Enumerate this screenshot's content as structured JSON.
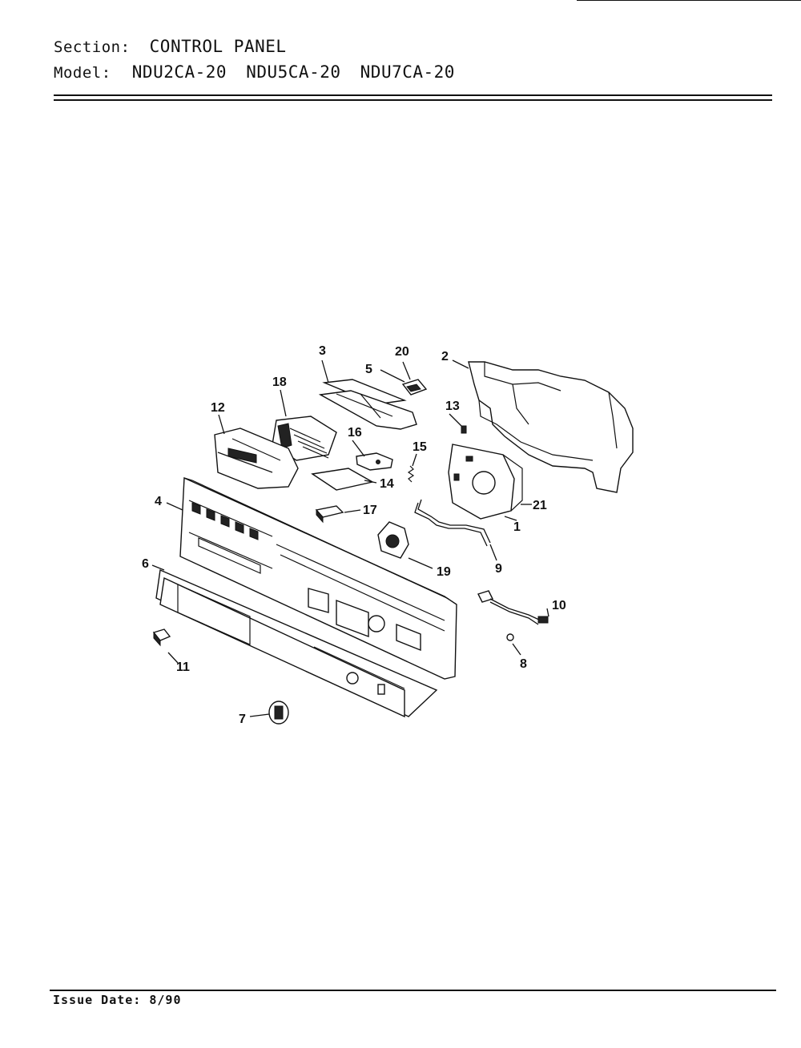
{
  "header": {
    "section_label": "Section:",
    "section_value": "CONTROL PANEL",
    "model_label": "Model:",
    "models": [
      "NDU2CA-20",
      "NDU5CA-20",
      "NDU7CA-20"
    ]
  },
  "diagram": {
    "callouts": [
      "1",
      "2",
      "3",
      "4",
      "5",
      "6",
      "7",
      "8",
      "9",
      "10",
      "11",
      "12",
      "13",
      "14",
      "15",
      "16",
      "17",
      "18",
      "19",
      "20",
      "21"
    ]
  },
  "footer": {
    "issue_date": "Issue Date: 8/90"
  }
}
